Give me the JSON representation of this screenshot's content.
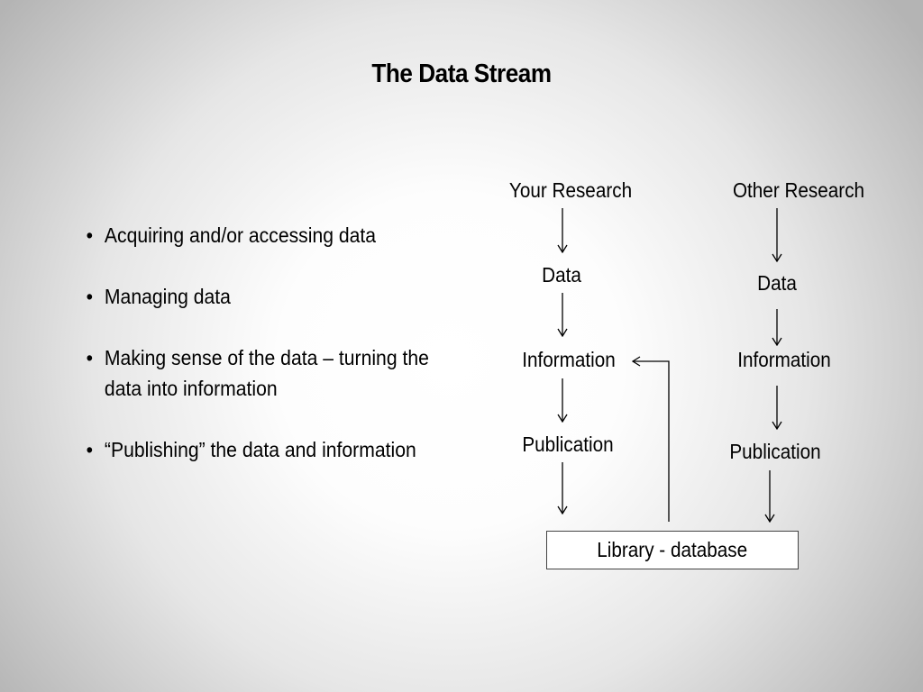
{
  "slide": {
    "title": "The Data Stream"
  },
  "bullets": [
    "Acquiring and/or accessing data",
    "Managing data",
    "Making sense of the data – turning the data into information",
    "“Publishing” the data and information"
  ],
  "diagram": {
    "your_research": {
      "header": "Your Research",
      "steps": [
        "Data",
        "Information",
        "Publication"
      ]
    },
    "other_research": {
      "header": "Other Research",
      "steps": [
        "Data",
        "Information",
        "Publication"
      ]
    },
    "library": "Library - database"
  }
}
